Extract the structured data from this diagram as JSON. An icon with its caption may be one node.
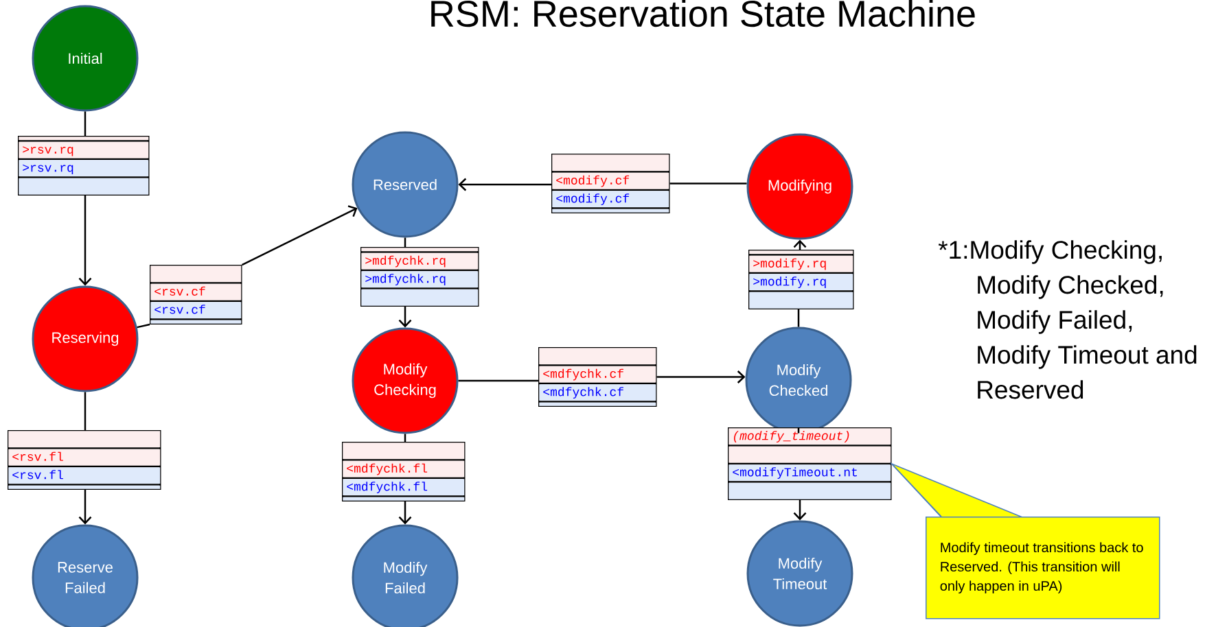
{
  "diagram": {
    "title": "RSM: Reservation State Machine",
    "nodes": [
      {
        "text": [
          "Initial"
        ]
      },
      {
        "text": [
          ">rsv.rq",
          ">rsv.rq"
        ]
      },
      {
        "text": [
          "Reserving"
        ]
      },
      {
        "text": [
          "<rsv.cf",
          "<rsv.cf"
        ]
      },
      {
        "text": [
          "<rsv.fl",
          "<rsv.fl"
        ]
      },
      {
        "text": [
          "Reserve Failed"
        ]
      },
      {
        "text": [
          "Reserved"
        ]
      },
      {
        "text": [
          ">mdfychk.rq",
          ">mdfychk.rq"
        ]
      },
      {
        "text": [
          "Modify Checking"
        ]
      },
      {
        "text": [
          "<modify.cf",
          "<modify.cf"
        ]
      },
      {
        "text": [
          "Modifying"
        ]
      },
      {
        "text": [
          "<mdfychk.cf",
          "<mdfychk.cf"
        ]
      },
      {
        "text": [
          "<mdfychk.fl",
          "<mdfychk.fl"
        ]
      },
      {
        "text": [
          "Modify Failed"
        ]
      },
      {
        "text": [
          "Modify Checked"
        ]
      },
      {
        "text": [
          ">modify.rq",
          ">modify.rq"
        ]
      },
      {
        "text": [
          "(modify_timeout)",
          "<modifyTimeout.nt"
        ]
      },
      {
        "text": [
          "Modify Timeout"
        ]
      },
      {
        "text": [
          "Modify timeout transitions back to Reserved. (This transition will only happen in uPA)"
        ]
      }
    ],
    "edges": [
      {
        "from": 0,
        "to": 1,
        "arrow": "none"
      },
      {
        "from": 1,
        "to": 2,
        "arrow": "to"
      },
      {
        "from": 2,
        "to": 3,
        "arrow": "none"
      },
      {
        "from": 3,
        "to": 6,
        "arrow": "to"
      },
      {
        "from": 2,
        "to": 4,
        "arrow": "none"
      },
      {
        "from": 4,
        "to": 5,
        "arrow": "to"
      },
      {
        "from": 6,
        "to": 7,
        "arrow": "none"
      },
      {
        "from": 7,
        "to": 8,
        "arrow": "to"
      },
      {
        "from": 10,
        "to": 9,
        "arrow": "none"
      },
      {
        "from": 9,
        "to": 6,
        "arrow": "to"
      },
      {
        "from": 8,
        "to": 11,
        "arrow": "none"
      },
      {
        "from": 11,
        "to": 14,
        "arrow": "to"
      },
      {
        "from": 8,
        "to": 12,
        "arrow": "none"
      },
      {
        "from": 12,
        "to": 13,
        "arrow": "to"
      },
      {
        "from": 14,
        "to": 15,
        "arrow": "none"
      },
      {
        "from": 15,
        "to": 10,
        "arrow": "to"
      },
      {
        "from": 14,
        "to": 16,
        "arrow": "none"
      },
      {
        "from": 16,
        "to": 17,
        "arrow": "to"
      },
      {
        "from": 18,
        "to": 16,
        "arrow": "none",
        "color": "#4f81bd"
      }
    ],
    "labels": [
      "*1:Modify Checking, Modify Checked, Modify Failed, Modify Timeout and Reserved"
    ]
  }
}
